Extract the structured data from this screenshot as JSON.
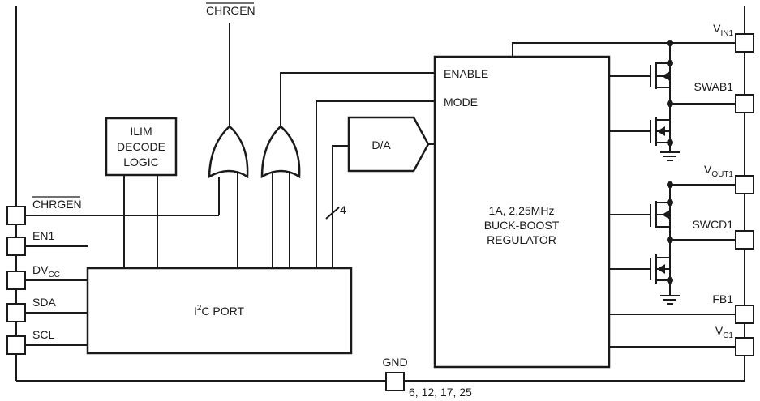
{
  "pins_left": {
    "chrgen": "CHRGEN",
    "en1": "EN1",
    "dvcc": "DV",
    "dvcc_sub": "CC",
    "sda": "SDA",
    "scl": "SCL"
  },
  "top_label": "CHRGEN",
  "ilim": {
    "line1": "ILIM",
    "line2": "DECODE",
    "line3": "LOGIC"
  },
  "i2c": {
    "prefix": "I",
    "sup": "2",
    "suffix": "C PORT"
  },
  "da": "D/A",
  "bus_width": "4",
  "regulator": {
    "enable": "ENABLE",
    "mode": "MODE",
    "line1": "1A, 2.25MHz",
    "line2": "BUCK-BOOST",
    "line3": "REGULATOR"
  },
  "pins_right": {
    "vin1": "V",
    "vin1_sub": "IN1",
    "swab1": "SWAB1",
    "vout1": "V",
    "vout1_sub": "OUT1",
    "swcd1": "SWCD1",
    "fb1": "FB1",
    "vc1": "V",
    "vc1_sub": "C1"
  },
  "gnd": {
    "label": "GND",
    "pins": "6, 12, 17, 25"
  }
}
